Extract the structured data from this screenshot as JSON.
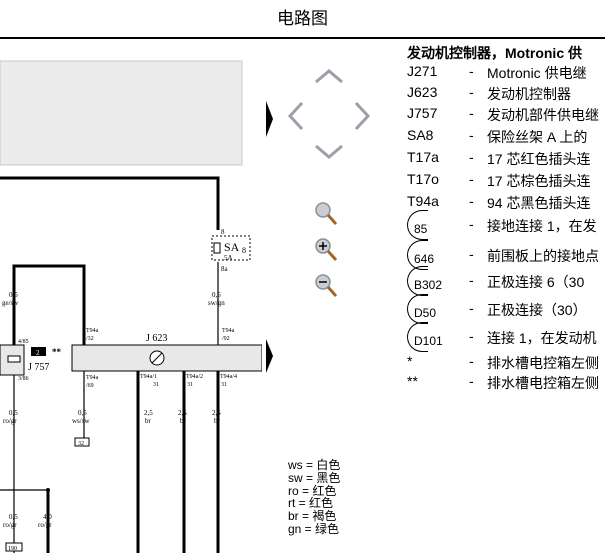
{
  "page": {
    "title": "电路图"
  },
  "legend": {
    "title": "发动机控制器，Motronic 供",
    "items": [
      {
        "code": "J271",
        "desc": "Motronic 供电继"
      },
      {
        "code": "J623",
        "desc": "发动机控制器"
      },
      {
        "code": "J757",
        "desc": "发动机部件供电继"
      },
      {
        "code": "SA8",
        "desc": "保险丝架 A 上的"
      },
      {
        "code": "T17a",
        "desc": "17 芯红色插头连"
      },
      {
        "code": "T17o",
        "desc": "17 芯棕色插头连"
      },
      {
        "code": "T94a",
        "desc": "94 芯黑色插头连"
      }
    ],
    "circled": [
      {
        "num": "85",
        "desc": "接地连接 1，在发"
      },
      {
        "num": "646",
        "desc": "前围板上的接地点"
      },
      {
        "num": "B302",
        "desc": "正极连接 6（30"
      },
      {
        "num": "D50",
        "desc": "正极连接（30）"
      },
      {
        "num": "D101",
        "desc": "连接 1，在发动机"
      }
    ],
    "notes": [
      {
        "mark": "*",
        "desc": "排水槽电控箱左侧"
      },
      {
        "mark": "**",
        "desc": "排水槽电控箱左侧"
      }
    ]
  },
  "color_codes": [
    "ws = 白色",
    "sw = 黑色",
    "ro = 红色",
    "rt = 红色",
    "br = 褐色",
    "gn = 绿色"
  ],
  "diagram": {
    "labels": {
      "sa8_name": "SA",
      "sa8_sub": "8",
      "sa8_amp": "5A",
      "sa8_top": "8",
      "sa8_bot": "8a",
      "j623": "J 623",
      "j757": "J 757",
      "j757_num": "2",
      "stars": "**",
      "pin_4_85": "4/85",
      "pin_3_86": "3/86",
      "t94a_32": "T94a",
      "t94a_32b": "/32",
      "t94a_92": "T94a",
      "t94a_92b": "/92",
      "t94a_69": "T94a",
      "t94a_69b": "/69",
      "t94a_1": "T94a/1",
      "t94a_1b": "31",
      "t94a_2": "T94a/2",
      "t94a_2b": "31",
      "t94a_4": "T94a/4",
      "t94a_4b": "31",
      "w1a": "0,5",
      "w1b": "ge/sw",
      "w2a": "0,5",
      "w2b": "sw/gn",
      "w3a": "0,5",
      "w3b": "ro/gr",
      "w4a": "0,5",
      "w4b": "ws/sw",
      "w4ref": "32",
      "w5a": "2,5",
      "w5b": "br",
      "w6a": "2,5",
      "w6b": "br",
      "w7a": "2,5",
      "w7b": "br",
      "w8a": "0,5",
      "w8b": "ro/gr",
      "w9a": "4,0",
      "w9b": "ro/gr",
      "w8ref": "190"
    }
  }
}
